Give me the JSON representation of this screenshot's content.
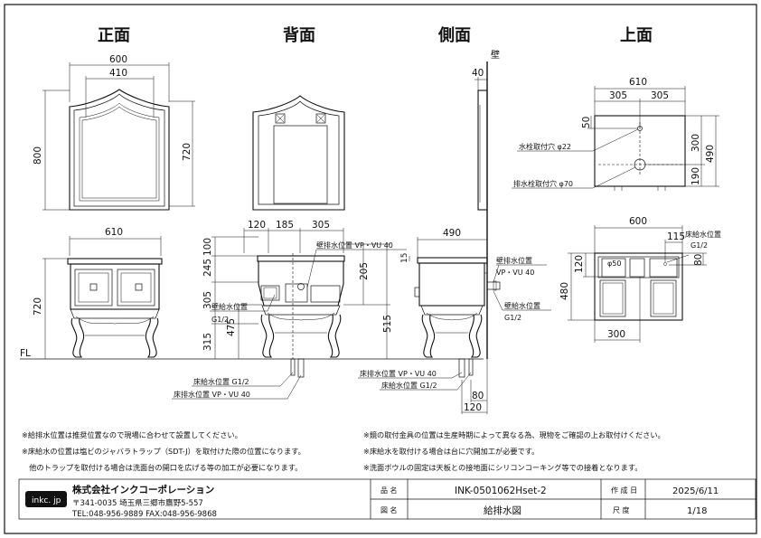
{
  "views": {
    "front": "正面",
    "back": "背面",
    "side": "側面",
    "top": "上面"
  },
  "front": {
    "mirror_w": "600",
    "mirror_inner_w": "410",
    "mirror_h": "800",
    "mirror_inner_h": "720",
    "cab_w": "610",
    "cab_h": "720",
    "fl": "FL"
  },
  "back": {
    "d_120": "120",
    "d_185": "185",
    "d_305": "305",
    "d_100": "100",
    "d_245": "245",
    "d_305v": "305",
    "d_315": "315",
    "d_205": "205",
    "d_475": "475",
    "d_515": "515",
    "wall_drain": "壁排水位置 VP・VU 40",
    "wall_supply": "壁給水位置",
    "wall_supply_size": "G1/2",
    "floor_supply": "床給水位置 G1/2",
    "floor_drain": "床排水位置 VP・VU 40"
  },
  "side": {
    "wall": "壁",
    "d_40": "40",
    "d_490": "490",
    "d_15": "15",
    "wall_drain": "壁排水位置",
    "wall_drain_size": "VP・VU 40",
    "wall_supply": "壁給水位置",
    "wall_supply_size": "G1/2",
    "floor_drain": "床排水位置 VP・VU 40",
    "floor_supply": "床給水位置 G1/2",
    "d_80": "80",
    "d_120": "120"
  },
  "top": {
    "d_610": "610",
    "d_305a": "305",
    "d_305b": "305",
    "d_50": "50",
    "d_300": "300",
    "d_490": "490",
    "d_190": "190",
    "faucet_hole": "水栓取付穴 φ22",
    "drain_hole": "排水栓取付穴 φ70",
    "d_600": "600",
    "d_115": "115",
    "floor_supply": "床給水位置",
    "floor_supply_size": "G1/2",
    "phi50": "φ50",
    "d_120": "120",
    "d_80": "80",
    "d_480": "480",
    "d_300b": "300"
  },
  "notes": {
    "left": [
      "※給排水位置は推奨位置なので現場に合わせて設置してください。",
      "※床給水の位置は塩ビのジャバラトラップ（SDT-J）を取付けた際の位置になります。",
      "　他のトラップを取付ける場合は洗面台の開口を広げる等の加工が必要になります。"
    ],
    "right": [
      "※鏡の取付金具の位置は生産時期によって異なる為、現物をご確認の上お取付けください。",
      "※床給水を取付ける場合は台に穴開加工が必要です。",
      "※洗面ボウルの固定は天板との接地面にシリコンコーキング等での接着となります。"
    ]
  },
  "title_block": {
    "logo": "inkc. jp",
    "company": "株式会社インクコーポレーション",
    "address": "〒341-0035 埼玉県三郷市鷹野5-557",
    "contact": "TEL:048-956-9889 FAX:048-956-9868",
    "product_label": "品 名",
    "product": "INK-0501062Hset-2",
    "drawing_label": "図 名",
    "drawing": "給排水図",
    "date_label": "作 成 日",
    "date": "2025/6/11",
    "scale_label": "尺 度",
    "scale": "1/18"
  }
}
